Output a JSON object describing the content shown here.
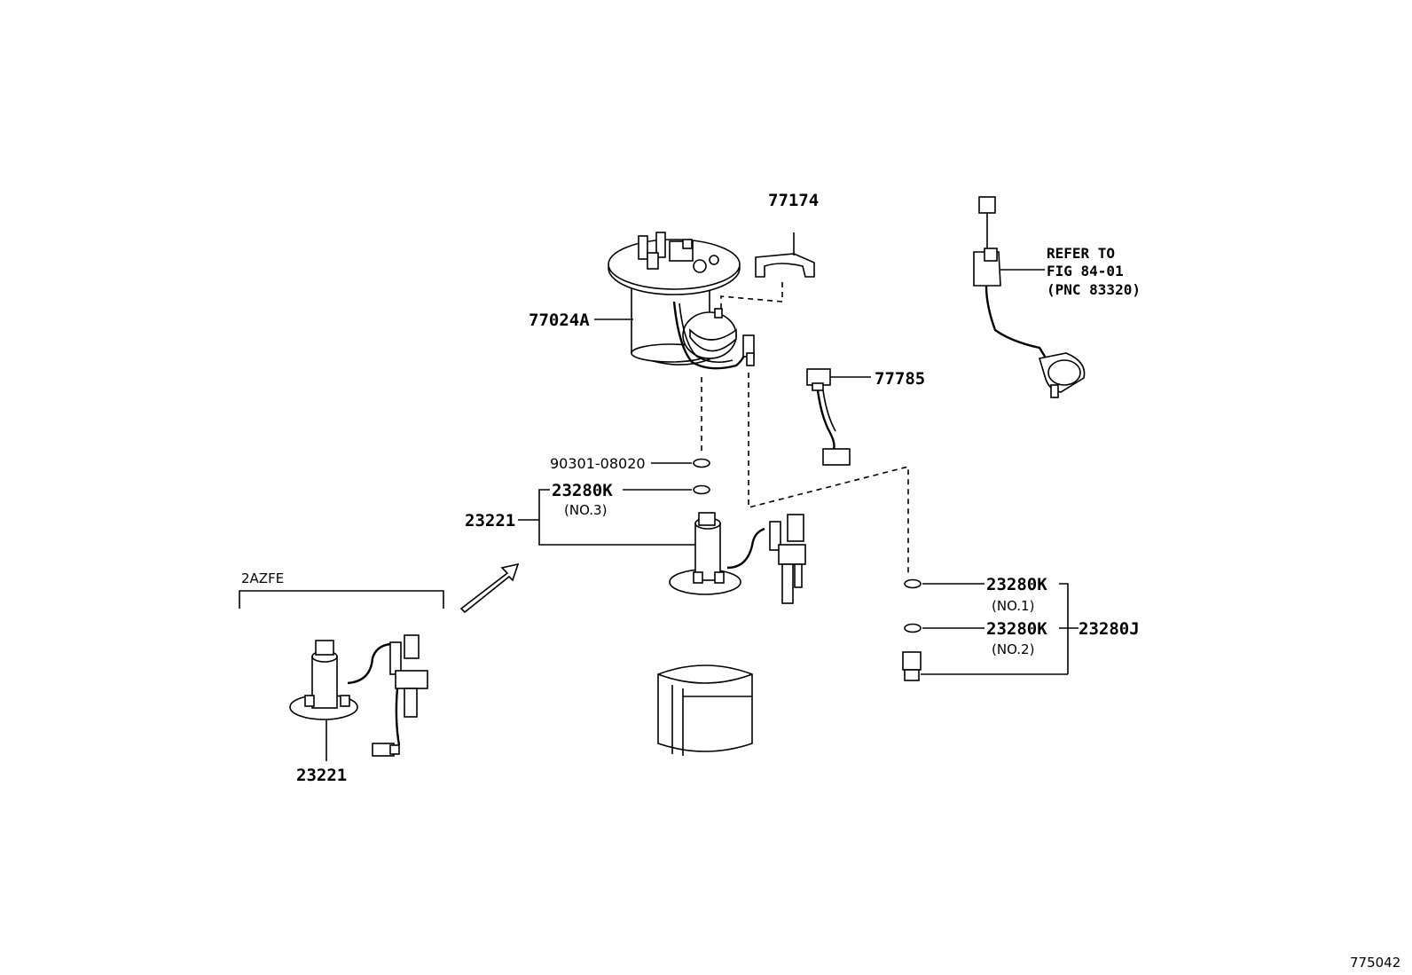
{
  "labels": {
    "p77174": "77174",
    "p77024A": "77024A",
    "p77785": "77785",
    "p90301": "90301-08020",
    "p23280K_no3": "23280K",
    "no3": "(NO.3)",
    "p23221_main": "23221",
    "engine": "2AZFE",
    "p23221_alt": "23221",
    "p23280K_no1": "23280K",
    "no1": "(NO.1)",
    "p23280K_no2": "23280K",
    "no2": "(NO.2)",
    "p23280J": "23280J",
    "refer1": "REFER TO",
    "refer2": "FIG 84-01",
    "refer3": "(PNC 83320)",
    "diagram_id": "775042"
  }
}
